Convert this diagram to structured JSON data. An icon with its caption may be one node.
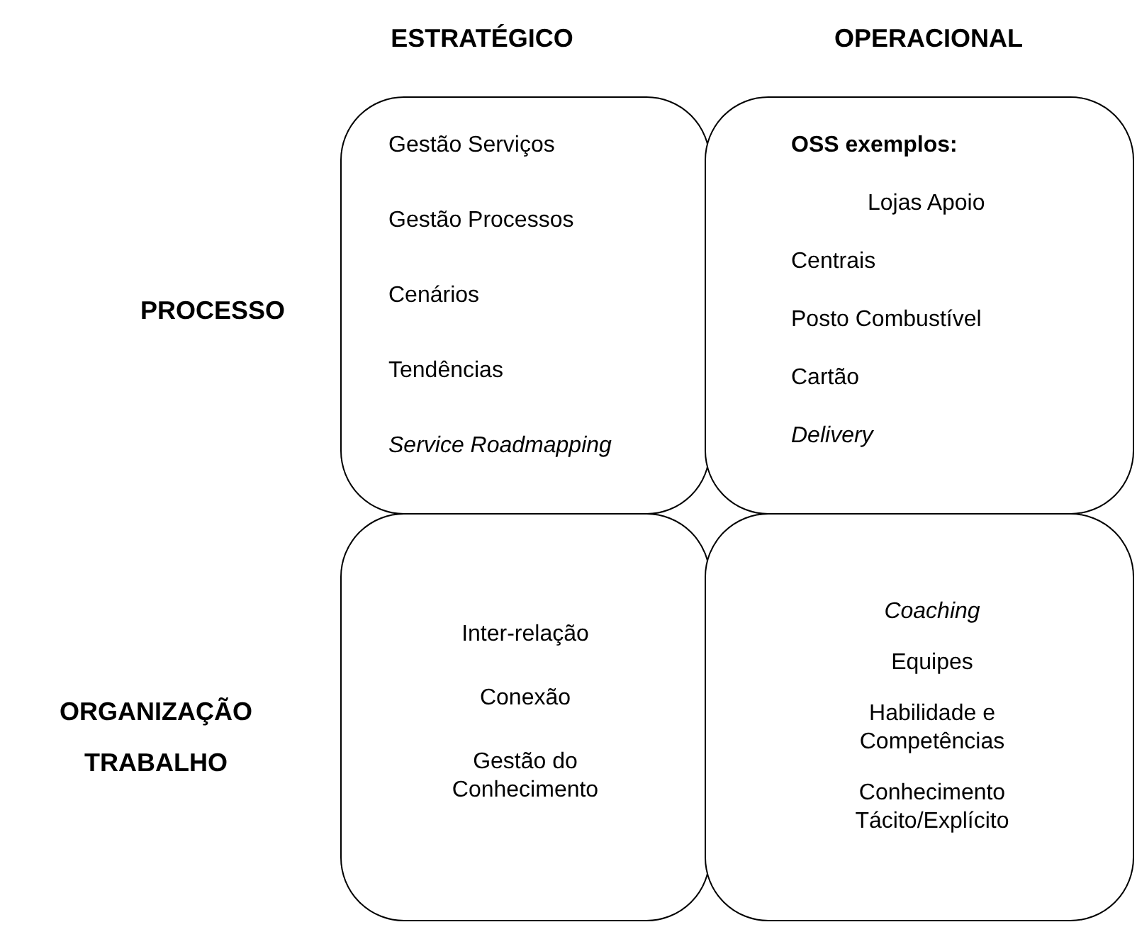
{
  "diagram": {
    "nodes": [
      {
        "text": [
          "Gestão Serviços",
          "Gestão Processos",
          "Cenários",
          "Tendências",
          "Service Roadmapping"
        ]
      },
      {
        "text": [
          "OSS exemplos:",
          "Lojas Apoio",
          "Centrais",
          "Posto Combustível",
          "Cartão",
          "Delivery"
        ]
      },
      {
        "text": [
          "Inter-relação",
          "Conexão",
          "Gestão do Conhecimento"
        ]
      },
      {
        "text": [
          "Coaching",
          "Equipes",
          "Habilidade e Competências",
          "Conhecimento Tácito/Explícito"
        ]
      }
    ],
    "edges": [],
    "labels": [
      "ESTRATÉGICO",
      "OPERACIONAL",
      "PROCESSO",
      "ORGANIZAÇÃO TRABALHO"
    ]
  }
}
